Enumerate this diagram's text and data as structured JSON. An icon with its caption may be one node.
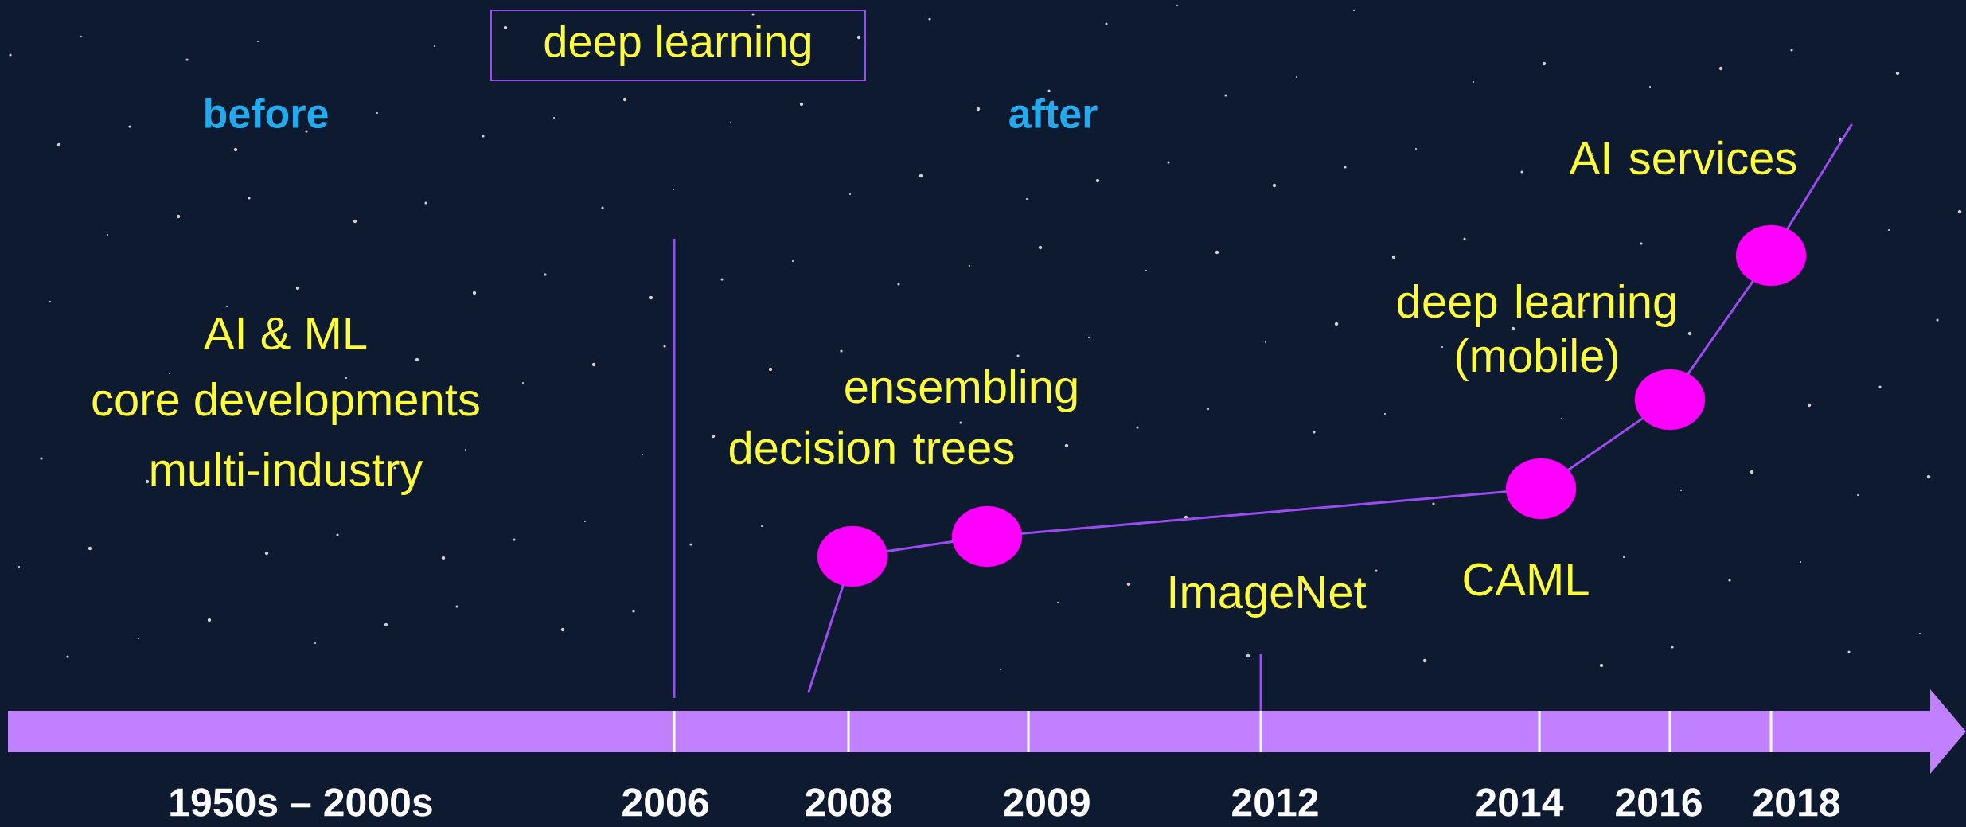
{
  "diagram": {
    "nodes": [
      {
        "text": [
          "deep learning"
        ]
      },
      {
        "text": [],
        "shape": "circle",
        "beside": [
          "decision trees"
        ]
      },
      {
        "text": [],
        "shape": "circle",
        "beside": [
          "ensembling"
        ]
      },
      {
        "text": [],
        "shape": "circle",
        "beside": [
          "CAML"
        ]
      },
      {
        "text": [],
        "shape": "circle",
        "beside": [
          "deep learning (mobile)"
        ]
      },
      {
        "text": [],
        "shape": "circle",
        "beside": [
          "AI services"
        ]
      }
    ],
    "edges": [
      {
        "from": null,
        "to": 1,
        "arrow": "none"
      },
      {
        "from": 1,
        "to": 2,
        "arrow": "none"
      },
      {
        "from": 2,
        "to": 3,
        "arrow": "none"
      },
      {
        "from": 3,
        "to": 4,
        "arrow": "none"
      },
      {
        "from": 4,
        "to": 5,
        "arrow": "none"
      },
      {
        "from": 5,
        "to": null,
        "arrow": "none"
      }
    ],
    "labels": [
      "before",
      "after",
      "AI & ML",
      "core developments",
      "multi-industry",
      "ImageNet",
      "1950s – 2000s",
      "2006",
      "2008",
      "2009",
      "2012",
      "2014",
      "2016",
      "2018"
    ]
  }
}
